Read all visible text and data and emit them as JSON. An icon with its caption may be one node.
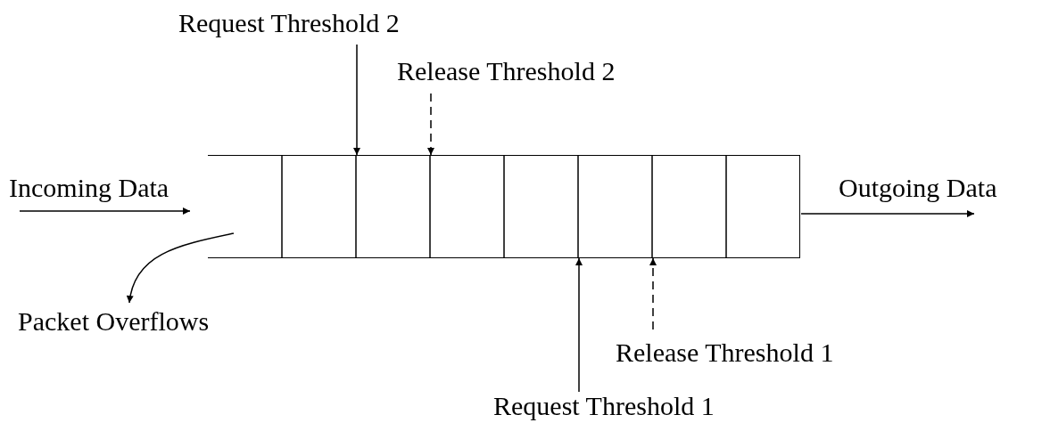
{
  "diagram": {
    "nodes": [
      {
        "text": [
          "Request Threshold 2"
        ]
      },
      {
        "text": [
          "Release Threshold 2"
        ]
      },
      {
        "text": [
          "Incoming Data"
        ]
      },
      {
        "text": [],
        "shape": "box"
      },
      {
        "text": [
          "Outgoing Data"
        ]
      },
      {
        "text": [
          "Packet Overflows"
        ]
      },
      {
        "text": [
          "Release Threshold 1"
        ]
      },
      {
        "text": [
          "Request Threshold 1"
        ]
      }
    ],
    "edges": [
      {
        "from": 0,
        "to": 3,
        "arrow": "to"
      },
      {
        "from": 1,
        "to": 3,
        "arrow": "to",
        "style": "dashed"
      },
      {
        "from": 2,
        "to": 3,
        "arrow": "to"
      },
      {
        "from": 3,
        "to": 4,
        "arrow": "to"
      },
      {
        "from": 3,
        "to": 5,
        "arrow": "to"
      },
      {
        "from": 7,
        "to": 3,
        "arrow": "to"
      },
      {
        "from": 6,
        "to": 3,
        "arrow": "to",
        "style": "dashed"
      }
    ]
  }
}
